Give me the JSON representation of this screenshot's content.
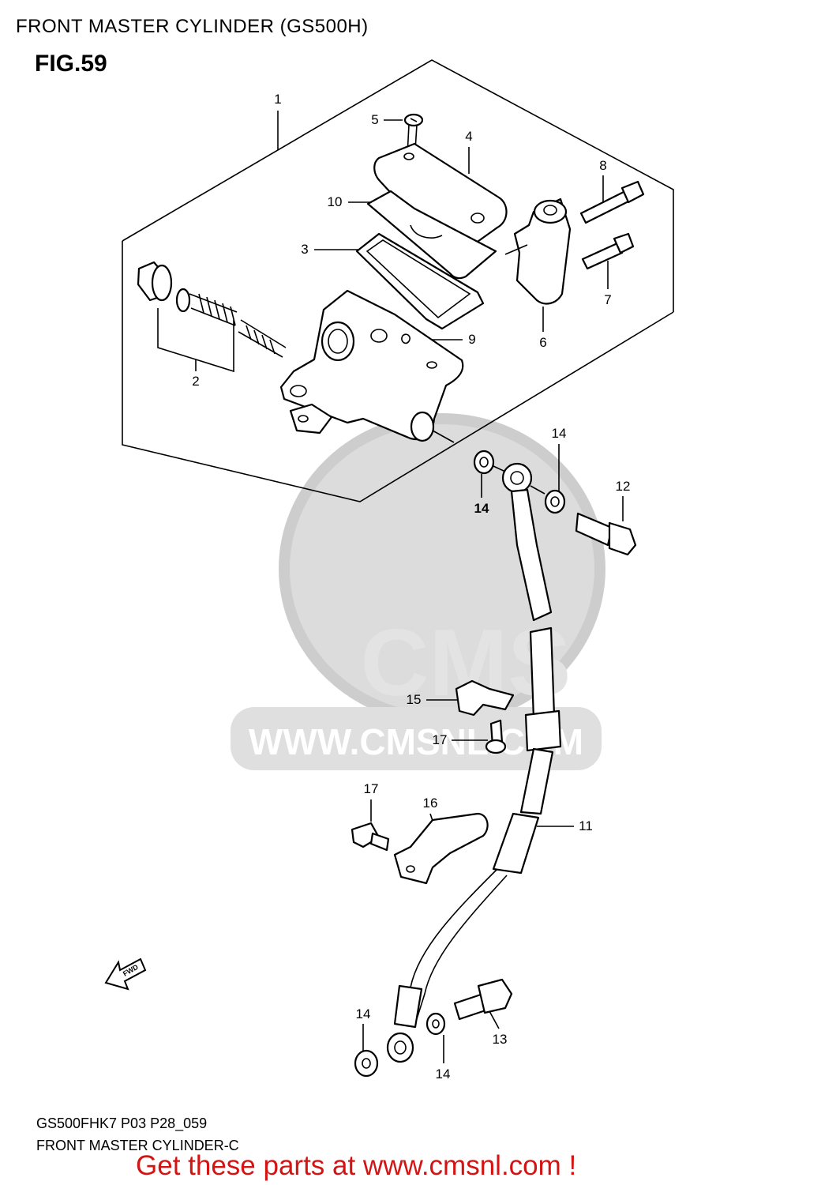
{
  "page_title": "FRONT MASTER CYLINDER (GS500H)",
  "figure_label": "FIG.59",
  "diagram_code": "GS500FHK7 P03 P28_059",
  "caption": "FRONT MASTER CYLINDER-C",
  "call_to_action": "Get these parts at www.cmsnl.com !",
  "watermark": {
    "brand": "CMS",
    "url": "WWW.CMSNL.COM"
  },
  "fwd_arrow_text": "FWD",
  "callouts": [
    {
      "id": "c1",
      "text": "1"
    },
    {
      "id": "c2",
      "text": "2"
    },
    {
      "id": "c3",
      "text": "3"
    },
    {
      "id": "c4",
      "text": "4"
    },
    {
      "id": "c5",
      "text": "5"
    },
    {
      "id": "c6",
      "text": "6"
    },
    {
      "id": "c7",
      "text": "7"
    },
    {
      "id": "c8",
      "text": "8"
    },
    {
      "id": "c9",
      "text": "9"
    },
    {
      "id": "c10",
      "text": "10"
    },
    {
      "id": "c11",
      "text": "11"
    },
    {
      "id": "c12",
      "text": "12"
    },
    {
      "id": "c13",
      "text": "13"
    },
    {
      "id": "c14a",
      "text": "14"
    },
    {
      "id": "c14b",
      "text": "14"
    },
    {
      "id": "c14c",
      "text": "14"
    },
    {
      "id": "c14d",
      "text": "14"
    },
    {
      "id": "c15",
      "text": "15"
    },
    {
      "id": "c16",
      "text": "16"
    },
    {
      "id": "c17a",
      "text": "17"
    },
    {
      "id": "c17b",
      "text": "17"
    }
  ]
}
